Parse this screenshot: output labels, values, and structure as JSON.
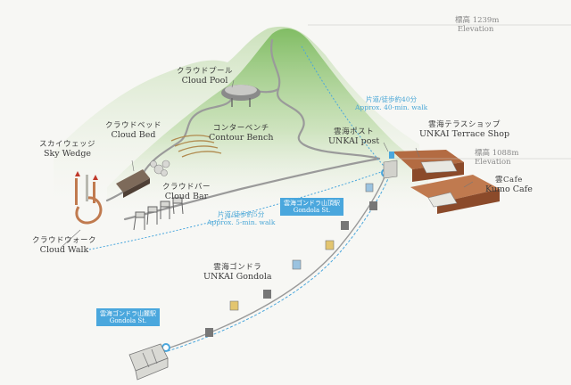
{
  "elevation_top": {
    "value": "標高 1239m",
    "label": "Elevation"
  },
  "elevation_terrace": {
    "value": "標高 1088m",
    "label": "Elevation"
  },
  "places": {
    "cloud_pool": {
      "jp": "クラウドプール",
      "en": "Cloud Pool"
    },
    "cloud_bed": {
      "jp": "クラウドベッド",
      "en": "Cloud Bed"
    },
    "contour_bench": {
      "jp": "コンターベンチ",
      "en": "Contour Bench"
    },
    "sky_wedge": {
      "jp": "スカイウェッジ",
      "en": "Sky Wedge"
    },
    "unkai_post": {
      "jp": "雲海ポスト",
      "en": "UNKAI post"
    },
    "terrace_shop": {
      "jp": "雲海テラスショップ",
      "en": "UNKAI Terrace Shop"
    },
    "kumo_cafe": {
      "jp": "雲Cafe",
      "en": "Kumo Cafe"
    },
    "cloud_bar": {
      "jp": "クラウドバー",
      "en": "Cloud Bar"
    },
    "cloud_walk": {
      "jp": "クラウドウォーク",
      "en": "Cloud Walk"
    },
    "gondola": {
      "jp": "雲海ゴンドラ",
      "en": "UNKAI Gondola"
    }
  },
  "walks": {
    "forty": {
      "jp": "片道/徒歩約40分",
      "en": "Approx. 40-min. walk"
    },
    "five": {
      "jp": "片道/徒歩約5分",
      "en": "Approx. 5-min. walk"
    }
  },
  "stations": {
    "summit": {
      "jp": "雲海ゴンドラ山頂駅",
      "en": "Gondola St."
    },
    "base": {
      "jp": "雲海ゴンドラ山麓駅",
      "en": "Gondola St."
    }
  },
  "colors": {
    "accent": "#4aa7dd",
    "mountain": "#8cc56e",
    "building": "#a3603a"
  }
}
